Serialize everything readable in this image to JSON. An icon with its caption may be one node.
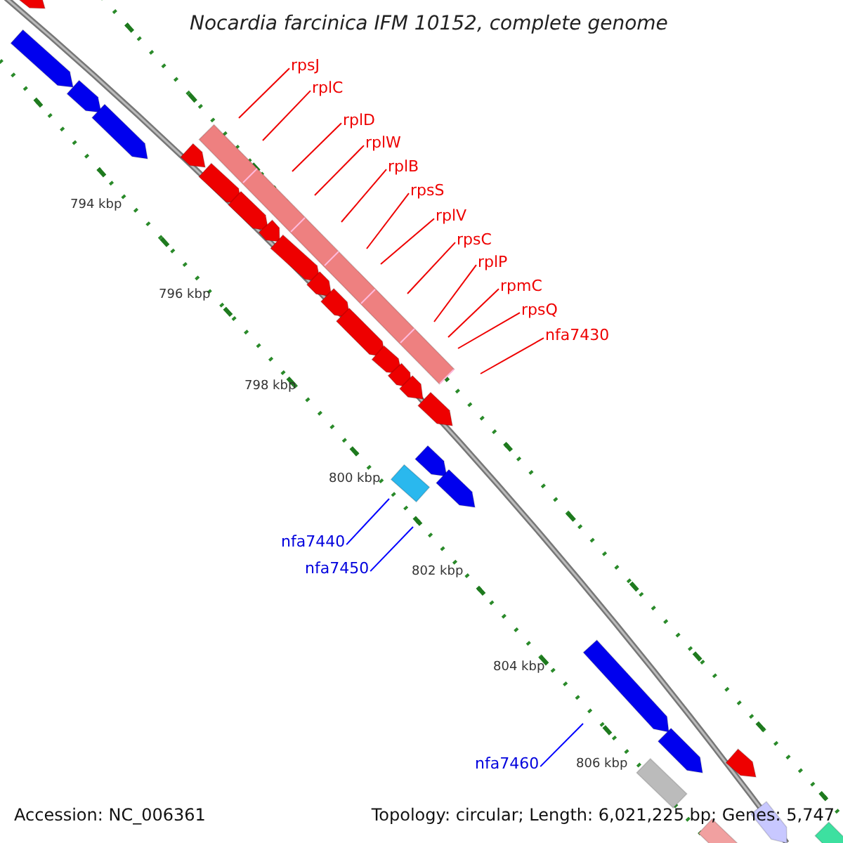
{
  "diagram": {
    "title": "Nocardia farcinica IFM 10152, complete genome",
    "nodes": [
      {
        "text": [
          "rpsJ"
        ]
      },
      {
        "text": [
          "rplC"
        ]
      },
      {
        "text": [
          "rplD"
        ]
      },
      {
        "text": [
          "rplW"
        ]
      },
      {
        "text": [
          "rplB"
        ]
      },
      {
        "text": [
          "rpsS"
        ]
      },
      {
        "text": [
          "rplV"
        ]
      },
      {
        "text": [
          "rpsC"
        ]
      },
      {
        "text": [
          "rplP"
        ]
      },
      {
        "text": [
          "rpmC"
        ]
      },
      {
        "text": [
          "rpsQ"
        ]
      },
      {
        "text": [
          "nfa7430"
        ]
      },
      {
        "text": [
          "nfa7440"
        ]
      },
      {
        "text": [
          "nfa7450"
        ]
      },
      {
        "text": [
          "nfa7460"
        ]
      }
    ],
    "edges": [
      {
        "from": 0,
        "to": null,
        "arrow": "none"
      },
      {
        "from": 1,
        "to": null,
        "arrow": "none"
      },
      {
        "from": 2,
        "to": null,
        "arrow": "none"
      },
      {
        "from": 3,
        "to": null,
        "arrow": "none"
      },
      {
        "from": 4,
        "to": null,
        "arrow": "none"
      },
      {
        "from": 5,
        "to": null,
        "arrow": "none"
      },
      {
        "from": 6,
        "to": null,
        "arrow": "none"
      },
      {
        "from": 7,
        "to": null,
        "arrow": "none"
      },
      {
        "from": 8,
        "to": null,
        "arrow": "none"
      },
      {
        "from": 9,
        "to": null,
        "arrow": "none"
      },
      {
        "from": 10,
        "to": null,
        "arrow": "none"
      },
      {
        "from": 11,
        "to": null,
        "arrow": "none"
      },
      {
        "from": 12,
        "to": null,
        "arrow": "none",
        "color": "#0000ff"
      },
      {
        "from": 13,
        "to": null,
        "arrow": "none",
        "color": "#0000ff"
      },
      {
        "from": 14,
        "to": null,
        "arrow": "none",
        "color": "#0000ff"
      }
    ],
    "labels": [
      "794 kbp",
      "796 kbp",
      "798 kbp",
      "800 kbp",
      "802 kbp",
      "804 kbp",
      "806 kbp",
      "Accession: NC_006361",
      "Topology: circular; Length: 6,021,225 bp; Genes: 5,747"
    ]
  }
}
